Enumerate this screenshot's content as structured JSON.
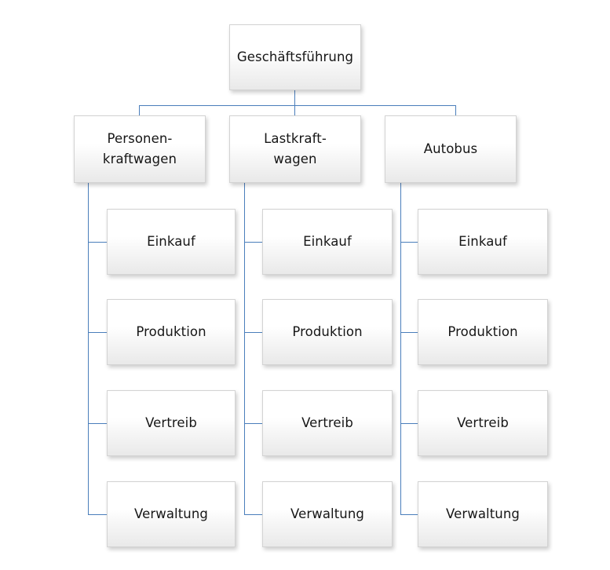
{
  "diagram": {
    "type": "org-chart",
    "title_text": "",
    "colors": {
      "connector": "#4a7ebb",
      "box_border": "#d3d3d3",
      "box_fill_top": "#ffffff",
      "box_fill_bottom": "#e9e9e9",
      "text": "#161616",
      "background": "#ffffff"
    },
    "root": {
      "label": "Geschäftsführung"
    },
    "divisions": [
      {
        "label_lines": [
          "Personen-",
          "kraftwagen"
        ],
        "label": "Personenkraftwagen",
        "departments": [
          {
            "label": "Einkauf"
          },
          {
            "label": "Produktion"
          },
          {
            "label": "Vertreib"
          },
          {
            "label": "Verwaltung"
          }
        ]
      },
      {
        "label_lines": [
          "Lastkraft-",
          "wagen"
        ],
        "label": "Lastkraftwagen",
        "departments": [
          {
            "label": "Einkauf"
          },
          {
            "label": "Produktion"
          },
          {
            "label": "Vertreib"
          },
          {
            "label": "Verwaltung"
          }
        ]
      },
      {
        "label_lines": [
          "Autobus"
        ],
        "label": "Autobus",
        "departments": [
          {
            "label": "Einkauf"
          },
          {
            "label": "Produktion"
          },
          {
            "label": "Vertreib"
          },
          {
            "label": "Verwaltung"
          }
        ]
      }
    ]
  }
}
